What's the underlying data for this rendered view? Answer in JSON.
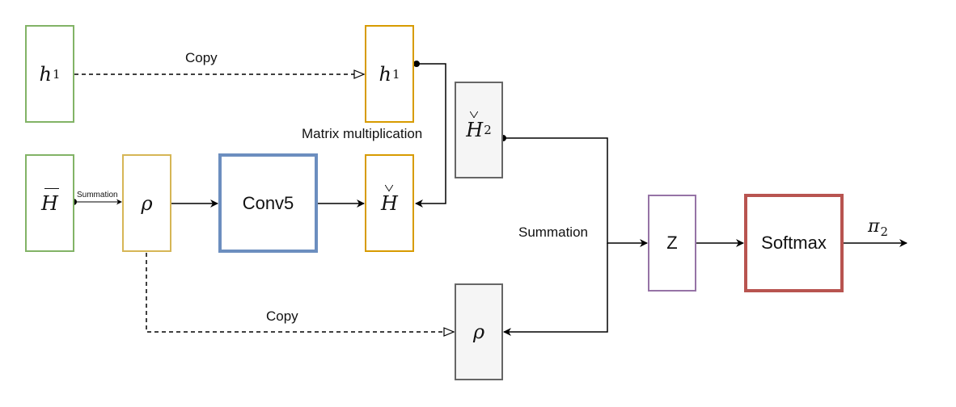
{
  "nodes": {
    "h1_source": {
      "symbol": "h",
      "subscript": "1"
    },
    "h1_copy": {
      "symbol": "h",
      "subscript": "1"
    },
    "h_bar": {
      "symbol": "H"
    },
    "rho_source": {
      "symbol": "ρ"
    },
    "conv5": {
      "label": "Conv5"
    },
    "h_hat": {
      "symbol": "H"
    },
    "h_hat_2": {
      "symbol": "H",
      "subscript": "2"
    },
    "rho_copy": {
      "symbol": "ρ"
    },
    "z": {
      "label": "Z"
    },
    "softmax": {
      "label": "Softmax"
    }
  },
  "edge_labels": {
    "copy_top": "Copy",
    "matrix_multiplication": "Matrix multiplication",
    "summation_small": "Summation",
    "copy_bottom": "Copy",
    "summation": "Summation",
    "output": {
      "symbol": "π",
      "subscript": "2"
    }
  },
  "colors": {
    "green": "#82b366",
    "yellow": "#d6b656",
    "orange": "#d79b00",
    "blue": "#6c8ebf",
    "gray": "#666666",
    "gray_fill": "#f5f5f5",
    "purple": "#9673a6",
    "red": "#b85450"
  }
}
